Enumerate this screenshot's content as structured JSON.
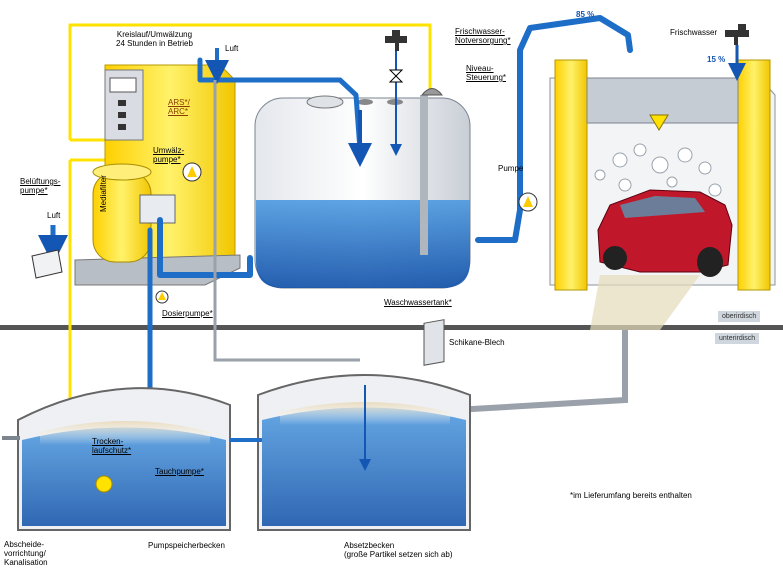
{
  "labels": {
    "kreislauf_1": "Kreislauf/Umwälzung",
    "kreislauf_2": "24 Stunden in Betrieb",
    "luft_top": "Luft",
    "frischwasser_versorgung_1": "Frischwasser-",
    "frischwasser_versorgung_2": "Notversorgung*",
    "niveau_1": "Niveau-",
    "niveau_2": "Steuerung*",
    "percent_85": "85 %",
    "frischwasser_right": "Frischwasser",
    "percent_15": "15 %",
    "ars_1": "ARS*/",
    "ars_2": "ARC*",
    "umwaelz_1": "Umwälz-",
    "umwaelz_2": "pumpe*",
    "mediafilter": "Mediafilter",
    "pumpe": "Pumpe",
    "belueftung_1": "Belüftungs-",
    "belueftung_2": "pumpe*",
    "luft_left": "Luft",
    "dosierpumpe": "Dosierpumpe*",
    "waschwassertank": "Waschwassertank*",
    "schikane": "Schikane-Blech",
    "trocken_1": "Trocken-",
    "trocken_2": "laufschutz*",
    "tauchpumpe": "Tauchpumpe*",
    "lieferumfang": "*im Lieferumfang bereits enthalten",
    "abscheide_1": "Abscheide-",
    "abscheide_2": "vorrichtung/",
    "abscheide_3": "Kanalisation",
    "pumpspeicher": "Pumpspeicherbecken",
    "absetz_1": "Absetzbecken",
    "absetz_2": "(große Partikel setzen sich ab)",
    "tag_above": "oberirdisch",
    "tag_below": "unterirdisch"
  },
  "colors": {
    "water": "#2f7fd0",
    "pipe": "#1e6ec8",
    "yellow": "#ffe200",
    "ground": "#555555",
    "arrow": "#1456b4"
  },
  "icons": [
    "tap-icon",
    "pump-icon",
    "valve-icon",
    "air-arrow-icon"
  ]
}
